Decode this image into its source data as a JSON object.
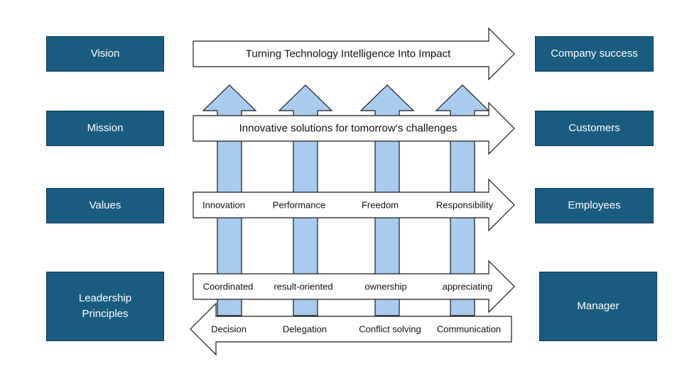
{
  "left_labels": {
    "vision": "Vision",
    "mission": "Mission",
    "values": "Values",
    "leadership": "Leadership\nPrinciples"
  },
  "right_labels": {
    "vision": "Company success",
    "mission": "Customers",
    "values": "Employees",
    "leadership": "Manager"
  },
  "arrows": {
    "vision_text": "Turning Technology Intelligence Into Impact",
    "mission_text": "Innovative solutions for tomorrow‘s challenges",
    "values": [
      "Innovation",
      "Performance",
      "Freedom",
      "Responsibility"
    ],
    "leadership_right": [
      "Coordinated",
      "result-oriented",
      "ownership",
      "appreciating"
    ],
    "leadership_left": [
      "Decision",
      "Delegation",
      "Conflict solving",
      "Communication"
    ]
  },
  "colors": {
    "box_fill": "#1a5c80",
    "pillar_fill": "#a9cbee",
    "outline": "#1a1a1a"
  }
}
